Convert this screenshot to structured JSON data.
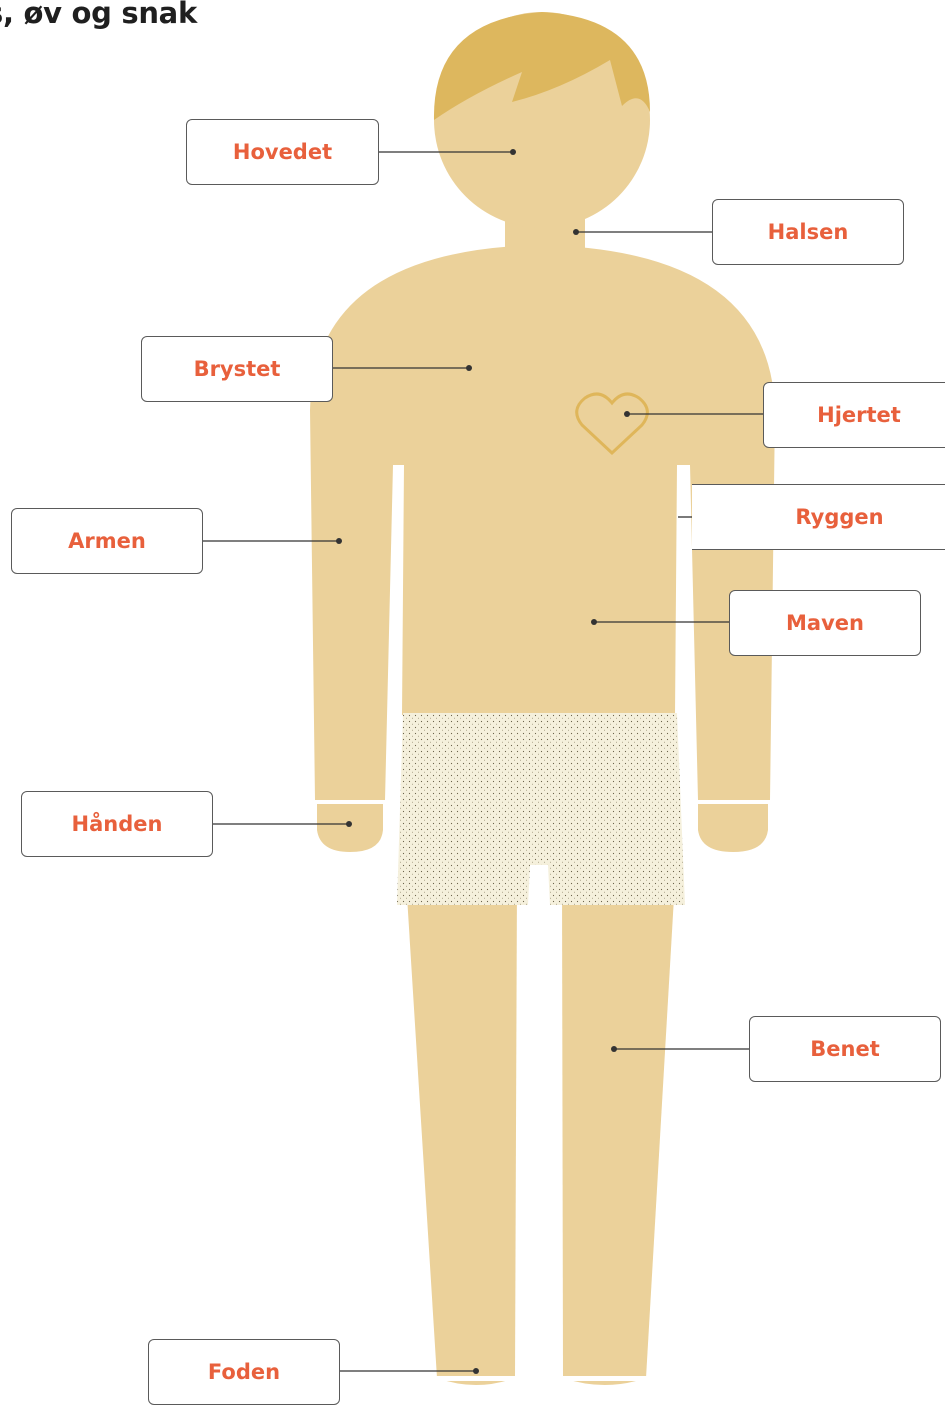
{
  "title": "s, øv og snak",
  "colors": {
    "skin": "#ebd19a",
    "hair": "#ddb75e",
    "heart": "#dfb65a",
    "label_text": "#e8603c",
    "line": "#333333",
    "shorts": "#f5f0dc"
  },
  "labels": {
    "head": "Hovedet",
    "neck": "Halsen",
    "chest": "Brystet",
    "heart": "Hjertet",
    "back": "Ryggen",
    "arm": "Armen",
    "stomach": "Maven",
    "hand": "Hånden",
    "leg": "Benet",
    "foot": "Foden"
  },
  "icons": {
    "heart": "heart-outline-icon"
  }
}
